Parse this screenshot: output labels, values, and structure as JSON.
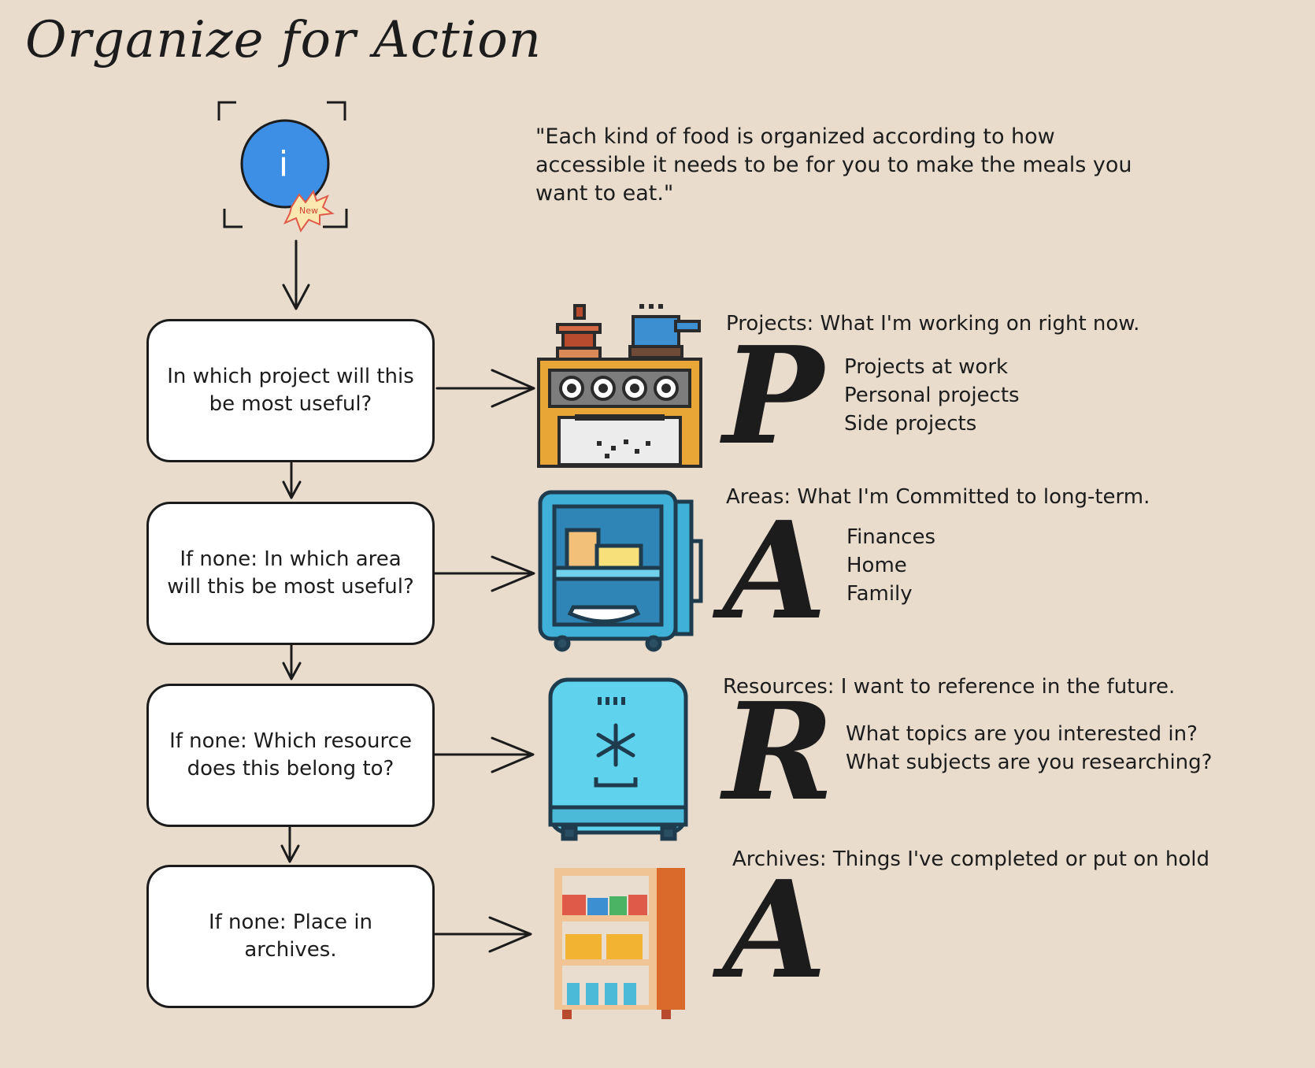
{
  "title": "Organize for Action",
  "quote": "\"Each kind of food is organized according to how accessible it needs to be for you to make the meals you want to eat.\"",
  "info_badge": {
    "glyph": "i",
    "starburst": "New"
  },
  "questions": [
    "In which project will this be most useful?",
    "If none: In which area will this be most useful?",
    "If none: Which resource does this belong to?",
    "If none: Place in archives."
  ],
  "categories": [
    {
      "heading": "Projects: What I'm working on right now.",
      "letter": "P",
      "icon": "stove-icon",
      "items": [
        "Projects at work",
        "Personal projects",
        "Side projects"
      ]
    },
    {
      "heading": "Areas: What I'm Committed to long-term.",
      "letter": "A",
      "icon": "fridge-icon",
      "items": [
        "Finances",
        "Home",
        "Family"
      ]
    },
    {
      "heading": "Resources: I want to reference in the future.",
      "letter": "R",
      "icon": "freezer-icon",
      "items": [
        "What topics are you interested in?",
        "What subjects are you researching?"
      ]
    },
    {
      "heading": "Archives: Things I've completed or put on hold",
      "letter": "A",
      "icon": "pantry-icon",
      "items": []
    }
  ]
}
